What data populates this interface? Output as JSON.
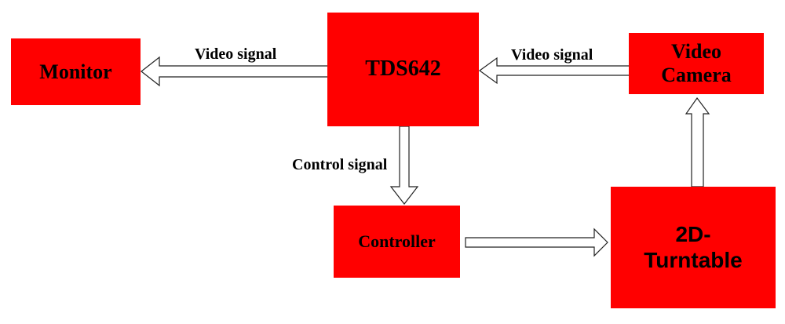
{
  "diagram": {
    "nodes": {
      "monitor": "Monitor",
      "tds642": "TDS642",
      "video_camera_line1": "Video",
      "video_camera_line2": "Camera",
      "controller": "Controller",
      "turntable_line1": "2D-",
      "turntable_line2": "Turntable"
    },
    "edges": {
      "tds_to_monitor": "Video signal",
      "camera_to_tds": "Video signal",
      "tds_to_controller": "Control signal"
    },
    "colors": {
      "box_fill": "#ff0000",
      "text": "#000000",
      "arrow_fill": "#ffffff",
      "arrow_stroke": "#222222"
    }
  }
}
